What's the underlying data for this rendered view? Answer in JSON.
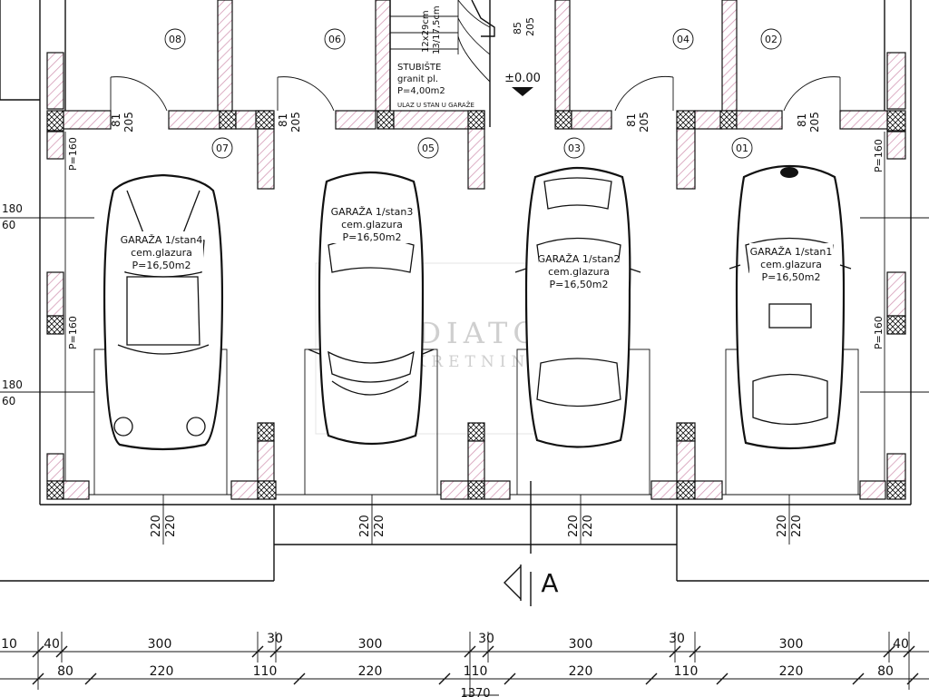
{
  "plan": {
    "room_numbers": [
      "08",
      "06",
      "04",
      "02",
      "07",
      "05",
      "03",
      "01"
    ],
    "door_labels": [
      {
        "width": "81",
        "height": "205"
      },
      {
        "width": "81",
        "height": "205"
      },
      {
        "width": "81",
        "height": "205"
      },
      {
        "width": "81",
        "height": "205"
      }
    ],
    "stair_labels": [
      "12x29cm",
      "13/17,5cm",
      "85",
      "205"
    ],
    "stair_text": [
      "STUBIŠTE",
      "granit pl.",
      "P=4,00m2",
      "ULAZ U STAN U GARAŽE"
    ],
    "elevation": "±0.00",
    "garages": [
      {
        "name": "GARAŽA 1/stan4",
        "floor": "cem.glazura",
        "area": "P=16,50m2"
      },
      {
        "name": "GARAŽA 1/stan3",
        "floor": "cem.glazura",
        "area": "P=16,50m2"
      },
      {
        "name": "GARAŽA 1/stan2",
        "floor": "cem.glazura",
        "area": "P=16,50m2"
      },
      {
        "name": "GARAŽA 1/stan1",
        "floor": "cem.glazura",
        "area": "P=16,50m2"
      }
    ],
    "wall_heights": [
      "P=160",
      "P=160",
      "P=160",
      "P=160"
    ],
    "left_marks": [
      "180",
      "60",
      "180",
      "60"
    ],
    "door_widths": [
      "220",
      "220",
      "220",
      "220"
    ],
    "door_heights": [
      "220",
      "220",
      "220",
      "220"
    ],
    "section_mark": "A",
    "watermark": [
      "MEDIATOR",
      "NEKRETNINE"
    ],
    "dim_row1": [
      "10",
      "40",
      "300",
      "30",
      "300",
      "30",
      "300",
      "30",
      "300",
      "40"
    ],
    "dim_row2": [
      "80",
      "220",
      "110",
      "220",
      "110",
      "220",
      "110",
      "220",
      "80"
    ],
    "dim_total": "1370"
  }
}
